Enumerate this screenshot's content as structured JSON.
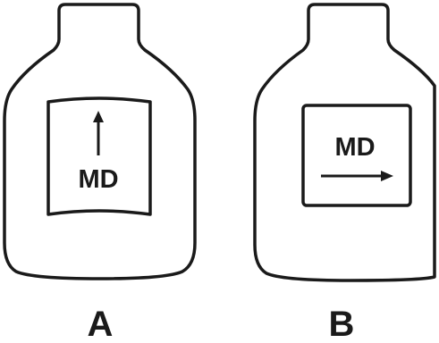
{
  "figures": [
    {
      "caption": "A",
      "label_text": "MD",
      "arrow_direction": "up",
      "label_shape": "curved"
    },
    {
      "caption": "B",
      "label_text": "MD",
      "arrow_direction": "right",
      "label_shape": "flat"
    }
  ]
}
